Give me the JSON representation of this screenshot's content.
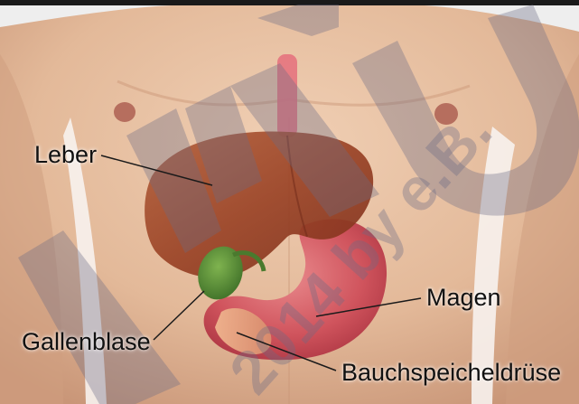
{
  "labels": {
    "liver": "Leber",
    "stomach": "Magen",
    "gallbladder": "Gallenblase",
    "pancreas": "Bauchspeicheldrüse"
  },
  "watermark": {
    "letters": "MU",
    "copyright": "2014 by e.B."
  },
  "colors": {
    "skin": "#e6c0a3",
    "liver": "#a8492a",
    "stomach": "#d8626a",
    "gallbladder": "#4f8a33",
    "pancreas": "#e0a080",
    "esophagus": "#e5737e",
    "watermark": "#6b6b85"
  }
}
